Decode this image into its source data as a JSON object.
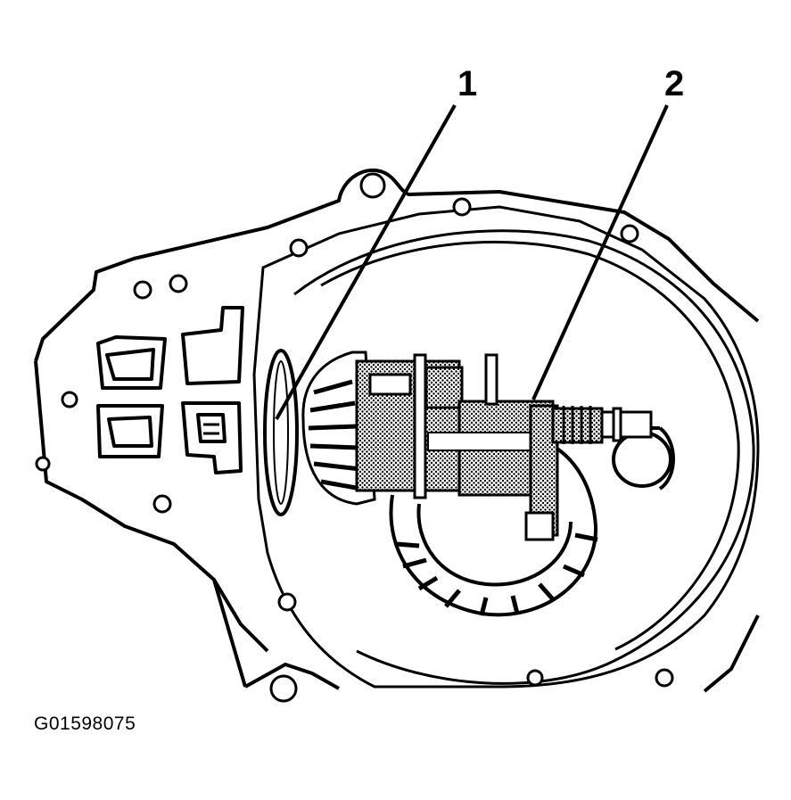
{
  "callouts": [
    {
      "id": "1",
      "label": "1"
    },
    {
      "id": "2",
      "label": "2"
    }
  ],
  "figure_id": "G01598075",
  "colors": {
    "ink": "#000000",
    "paper": "#ffffff",
    "shade": "#9a9a9a"
  }
}
